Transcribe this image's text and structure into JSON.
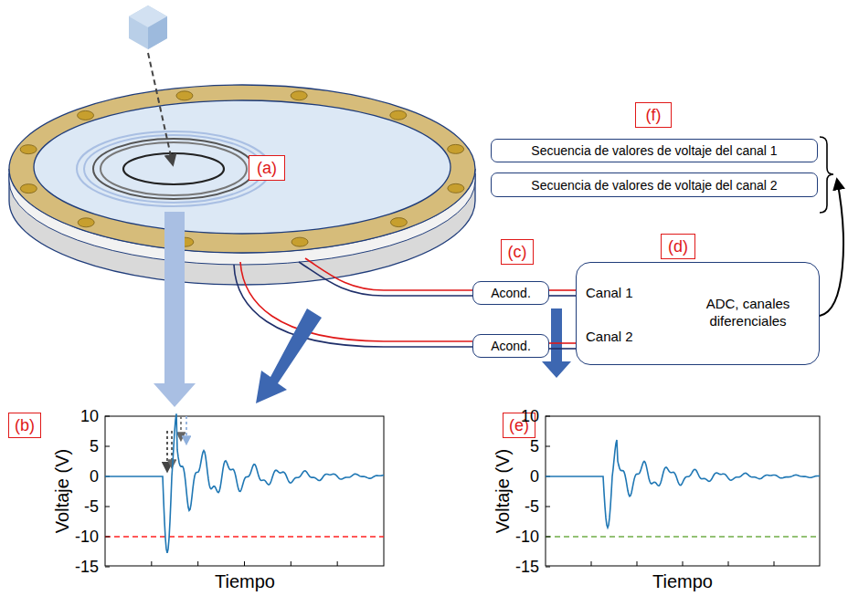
{
  "diagram": {
    "nodes": [
      {
        "text": [
          "(f)"
        ]
      },
      {
        "text": [
          "Secuencia de valores de voltaje del canal 1"
        ]
      },
      {
        "text": [
          "Secuencia de valores de voltaje del canal 2"
        ]
      },
      {
        "text": [
          "(a)"
        ]
      },
      {
        "text": [
          "(c)"
        ]
      },
      {
        "text": [
          "(d)"
        ]
      },
      {
        "text": [
          "Acond."
        ]
      },
      {
        "text": [
          "Acond."
        ]
      },
      {
        "text": [
          "Canal 1",
          "Canal 2",
          "ADC, canales diferenciales"
        ]
      },
      {
        "text": [
          "(b)"
        ]
      },
      {
        "text": [
          "(e)"
        ]
      }
    ],
    "edges": [
      {
        "from": 6,
        "to": 8,
        "arrow": "none"
      },
      {
        "from": 7,
        "to": 8,
        "arrow": "none"
      }
    ],
    "labels": [
      "10",
      "5",
      "0",
      "-5",
      "-10",
      "-15",
      "Voltaje (V)",
      "Tiempo",
      "10",
      "5",
      "0",
      "-5",
      "-10",
      "-15",
      "Voltaje (V)",
      "Tiempo"
    ]
  }
}
